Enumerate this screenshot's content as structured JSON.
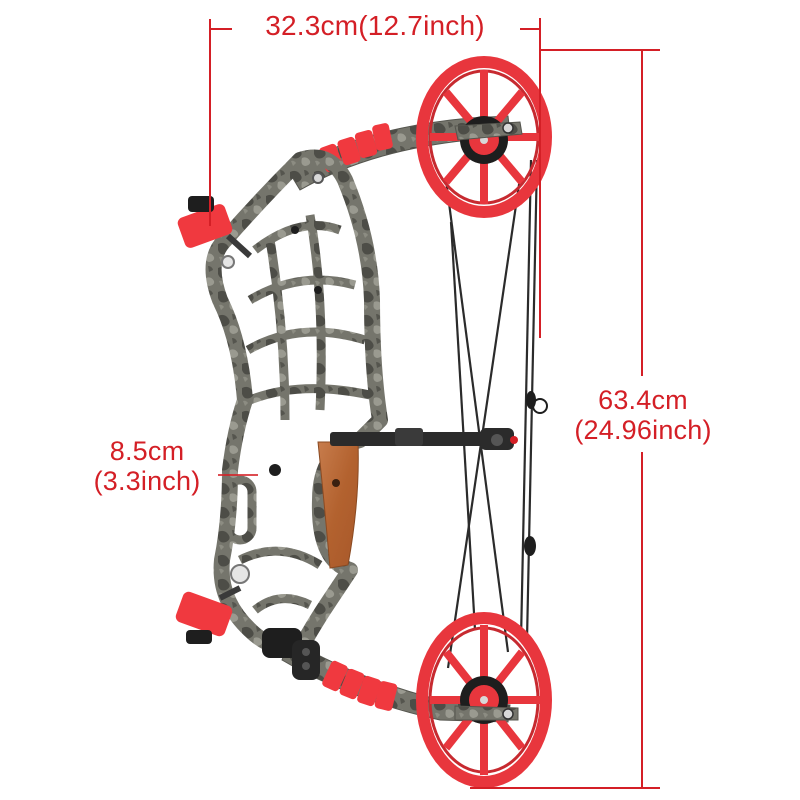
{
  "product": {
    "subject": "compound-bow",
    "colors": {
      "annotation": "#d41f26",
      "cam": "#e8363d",
      "limb_pads": "#f0393f",
      "riser_camo": "#6d6d66",
      "grip_wood": "#b8683c",
      "string": "#2b2b2b",
      "background": "#ffffff"
    }
  },
  "dimensions": {
    "width": {
      "label": "32.3cm(12.7inch)"
    },
    "height": {
      "line1": "63.4cm",
      "line2": "(24.96inch)"
    },
    "grip": {
      "line1": "8.5cm",
      "line2": "(3.3inch)"
    }
  }
}
